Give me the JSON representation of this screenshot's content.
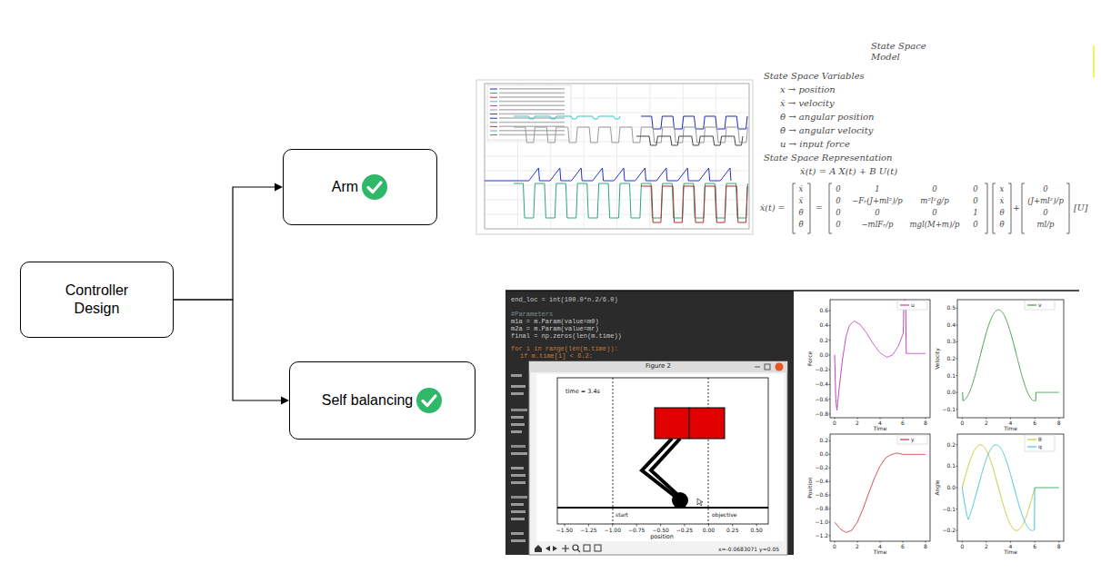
{
  "diagram": {
    "nodes": [
      {
        "text": [
          "Controller Design"
        ]
      },
      {
        "text": [
          "Arm"
        ]
      },
      {
        "text": [
          "Self balancing"
        ]
      }
    ],
    "edges": [
      {
        "from": 0,
        "to": 1,
        "arrow": "to"
      },
      {
        "from": 0,
        "to": 2,
        "arrow": "to"
      }
    ],
    "labels": [
      "State Space Model",
      "State Space Variables",
      "x → position",
      "ẋ → velocity",
      "θ → angular position",
      "θ̇ → angular velocity",
      "u → input force",
      "State Space Representation",
      "ẋ(t) = A X(t) + B U(t)",
      "ẋ(t) =",
      "ẋ",
      "ẍ",
      "θ̇",
      "θ̈",
      "=",
      "0",
      "1",
      "0",
      "0",
      "0",
      "−Fᵣ(J+ml²)/p",
      "m²l²g/p",
      "0",
      "0",
      "0",
      "0",
      "1",
      "0",
      "−mlFᵣ/p",
      "mgl(M+m)/p",
      "0",
      "x",
      "ẋ",
      "θ",
      "θ̇",
      "+",
      "0",
      "(J+ml²)/p",
      "0",
      "ml/p",
      "[U]",
      "Figure 2",
      "time = 3.4s",
      "start",
      "objective",
      "−1.50",
      "−1.25",
      "−1.00",
      "−0.75",
      "−0.50",
      "−0.25",
      "0.00",
      "0.25",
      "0.50",
      "position",
      "x=-0.0683071 y=0.05",
      "end_loc = int(100.0*n.2/6.0)",
      "#Parameters",
      "m1a = m.Param(value=m0)",
      "m2a = m.Param(value=mr)",
      "final = np.zeros(len(m.time))",
      "for i in range(len(m.time)):",
      "if m.time[i] < 6.2:",
      "Force",
      "Time",
      "0",
      "2",
      "4",
      "6",
      "8",
      "0.6",
      "0.4",
      "0.2",
      "0.0",
      "−0.2",
      "−0.4",
      "−0.6",
      "−0.8",
      "Velocity",
      "Time",
      "0",
      "2",
      "4",
      "6",
      "8",
      "0.5",
      "0.4",
      "0.3",
      "0.2",
      "0.1",
      "0.0",
      "−0.1",
      "Position",
      "Time",
      "0",
      "2",
      "4",
      "6",
      "8",
      "0.2",
      "0.0",
      "−0.2",
      "−0.4",
      "−0.6",
      "−0.8",
      "−1.0",
      "−1.2",
      "Angle",
      "Time",
      "0",
      "2",
      "4",
      "6",
      "8",
      "0.2",
      "0.1",
      "0.0",
      "−0.1",
      "−0.2"
    ],
    "legend": [
      {
        "text": "u"
      },
      {
        "text": "v"
      },
      {
        "text": "y"
      },
      {
        "text": "θ"
      },
      {
        "text": "q"
      }
    ]
  }
}
